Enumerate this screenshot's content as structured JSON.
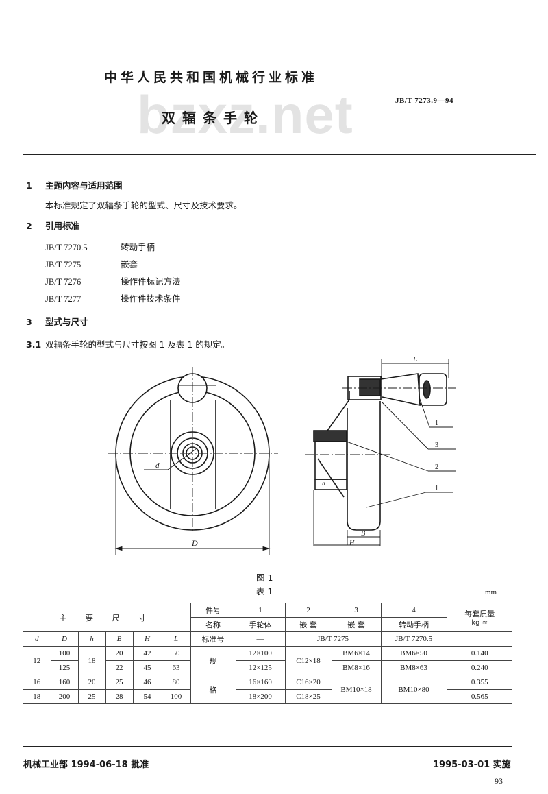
{
  "header": {
    "organization": "中华人民共和国机械行业标准",
    "standard_code": "JB/T 7273.9—94",
    "title": "双辐条手轮",
    "watermark": "bzxz.net"
  },
  "sections": [
    {
      "number": "1",
      "title": "主题内容与适用范围",
      "body": "本标准规定了双辐条手轮的型式、尺寸及技术要求。"
    },
    {
      "number": "2",
      "title": "引用标准",
      "references": [
        {
          "code": "JB/T 7270.5",
          "name": "转动手柄"
        },
        {
          "code": "JB/T 7275",
          "name": "嵌套"
        },
        {
          "code": "JB/T 7276",
          "name": "操作件标记方法"
        },
        {
          "code": "JB/T 7277",
          "name": "操作件技术条件"
        }
      ]
    },
    {
      "number": "3",
      "title": "型式与尺寸"
    }
  ],
  "clause_3_1": {
    "number": "3.1",
    "text": "双辐条手轮的型式与尺寸按图 1 及表 1 的规定。"
  },
  "figure": {
    "caption": "图 1",
    "front_view_labels": {
      "bore": "d",
      "diameter": "D"
    },
    "side_view_labels": {
      "L": "L",
      "B": "B",
      "H": "H",
      "h": "h"
    },
    "part_callouts": [
      "1",
      "3",
      "2",
      "1"
    ]
  },
  "table": {
    "caption": "表 1",
    "unit": "mm",
    "headers": {
      "main_dimensions": "主 要 尺 寸",
      "part_no_label": "件号",
      "name_label": "名称",
      "standard_label": "标准号",
      "dim_cols": [
        "d",
        "D",
        "h",
        "B",
        "H",
        "L"
      ],
      "parts": [
        {
          "no": "1",
          "name": "手轮体",
          "standard": "—"
        },
        {
          "no": "2",
          "name": "嵌 套",
          "standard": "JB/T 7275"
        },
        {
          "no": "3",
          "name": "嵌 套",
          "standard": ""
        },
        {
          "no": "4",
          "name": "转动手柄",
          "standard": "JB/T 7270.5"
        }
      ],
      "mass_label": "每套质量",
      "mass_unit": "kg ≈"
    },
    "spec_label_top": "规",
    "spec_label_bottom": "格",
    "rows": [
      {
        "d": "12",
        "D": "100",
        "h": "18",
        "B": "20",
        "H": "42",
        "L": "50",
        "p1": "12×100",
        "p2": "C12×18",
        "p3": "BM6×14",
        "p4": "BM6×50",
        "mass": "0.140"
      },
      {
        "d": "",
        "D": "125",
        "h": "",
        "B": "22",
        "H": "45",
        "L": "63",
        "p1": "12×125",
        "p2": "",
        "p3": "BM8×16",
        "p4": "BM8×63",
        "mass": "0.240"
      },
      {
        "d": "16",
        "D": "160",
        "h": "20",
        "B": "25",
        "H": "46",
        "L": "80",
        "p1": "16×160",
        "p2": "C16×20",
        "p3": "BM10×18",
        "p4": "BM10×80",
        "mass": "0.355"
      },
      {
        "d": "18",
        "D": "200",
        "h": "25",
        "B": "28",
        "H": "54",
        "L": "100",
        "p1": "18×200",
        "p2": "C18×25",
        "p3": "",
        "p4": "",
        "mass": "0.565"
      }
    ]
  },
  "footer": {
    "approval": "机械工业部 1994-06-18 批准",
    "implementation": "1995-03-01 实施",
    "page_number": "93"
  }
}
